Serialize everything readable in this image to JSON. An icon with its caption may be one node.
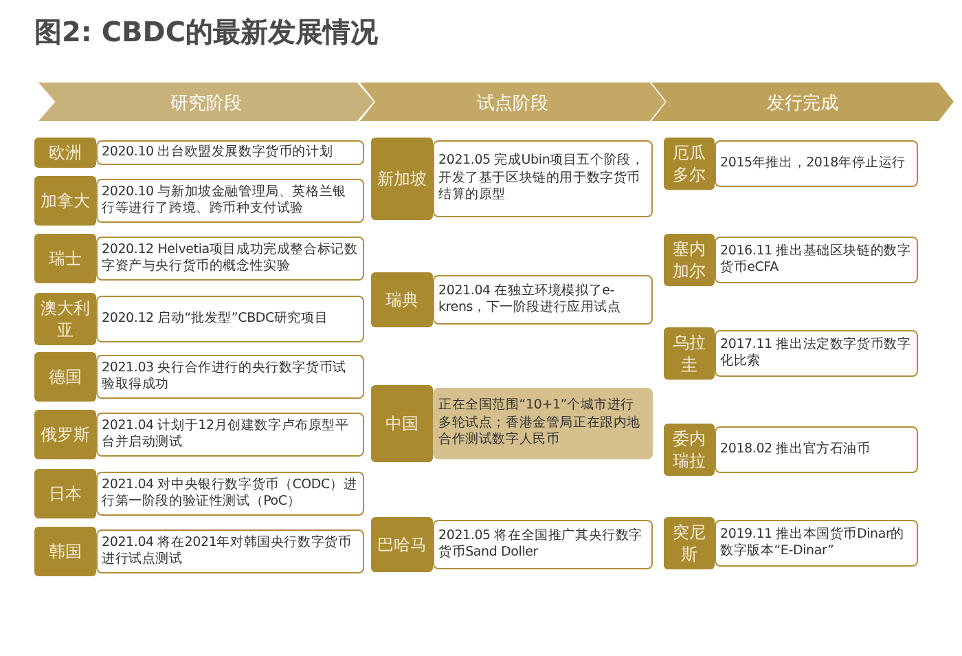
{
  "diagram": {
    "title": "图2: CBDC的最新发展情况",
    "nodes": [
      {
        "text": [
          "研究阶段"
        ]
      },
      {
        "text": [
          "试点阶段"
        ]
      },
      {
        "text": [
          "发行完成"
        ]
      },
      {
        "text": [
          "欧洲",
          "2020.10 出台欧盟发展数字货币的计划"
        ]
      },
      {
        "text": [
          "加拿大",
          "2020.10 与新加坡金融管理局、英格兰银行等进行了跨境、跨币种支付试验"
        ]
      },
      {
        "text": [
          "瑞士",
          "2020.12 Helvetia项目成功完成整合标记数字资产与央行货币的概念性实验"
        ]
      },
      {
        "text": [
          "澳大利亚",
          "2020.12 启动“批发型”CBDC研究项目"
        ]
      },
      {
        "text": [
          "德国",
          "2021.03 央行合作进行的央行数字货币试验取得成功"
        ]
      },
      {
        "text": [
          "俄罗斯",
          "2021.04 计划于12月创建数字卢布原型平台并启动测试"
        ]
      },
      {
        "text": [
          "日本",
          "2021.04 对中央银行数字货币（CODC）进行第一阶段的验证性测试（PoC）"
        ]
      },
      {
        "text": [
          "韩国",
          "2021.04 将在2021年对韩国央行数字货币进行试点测试"
        ]
      },
      {
        "text": [
          "新加坡",
          "2021.05 完成Ubin项目五个阶段，开发了基于区块链的用于数字货币结算的原型"
        ]
      },
      {
        "text": [
          "瑞典",
          "2021.04 在独立环境模拟了e-krens，下一阶段进行应用试点"
        ]
      },
      {
        "text": [
          "中国",
          "正在全国范围“10+1”个城市进行多轮试点；香港金管局正在跟内地合作测试数字人民币"
        ]
      },
      {
        "text": [
          "巴哈马",
          "2021.05 将在全国推广其央行数字货币Sand Doller"
        ]
      },
      {
        "text": [
          "厄瓜多尔",
          "2015年推出，2018年停止运行"
        ]
      },
      {
        "text": [
          "塞内加尔",
          "2016.11 推出基础区块链的数字货币eCFA"
        ]
      },
      {
        "text": [
          "乌拉圭",
          "2017.11 推出法定数字货币数字化比索"
        ]
      },
      {
        "text": [
          "委内瑞拉",
          "2018.02 推出官方石油币"
        ]
      },
      {
        "text": [
          "突尼斯",
          "2019.11 推出本国货币Dinar的数字版本“E-Dinar”"
        ]
      }
    ]
  }
}
